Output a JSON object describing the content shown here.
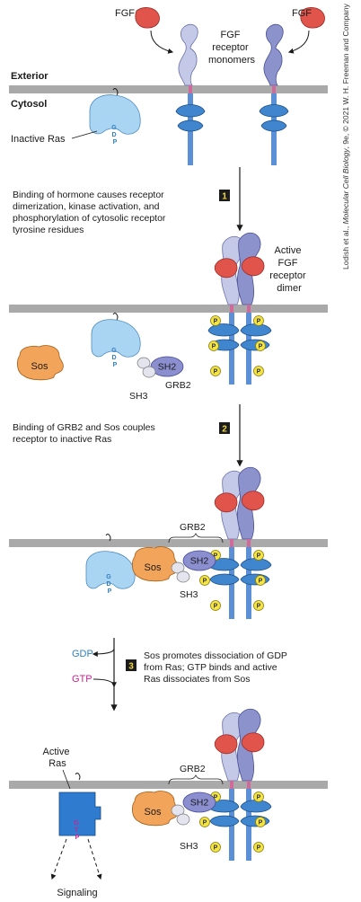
{
  "credit": {
    "prefix": "Lodish et al., ",
    "book": "Molecular Cell Biology",
    "suffix": ", 9e, © 2021 W. H. Freeman and Company"
  },
  "panel1": {
    "fgf_left": "FGF",
    "fgf_right": "FGF",
    "receptor_label": [
      "FGF",
      "receptor",
      "monomers"
    ],
    "exterior": "Exterior",
    "cytosol": "Cytosol",
    "inactive_ras": "Inactive Ras",
    "gdp": [
      "G",
      "D",
      "P"
    ]
  },
  "step1": {
    "number": "1",
    "text": [
      "Binding of hormone causes receptor",
      "dimerization, kinase activation, and",
      "phosphorylation of cytosolic receptor",
      "tyrosine residues"
    ]
  },
  "panel2": {
    "dimer_label": [
      "Active",
      "FGF",
      "receptor",
      "dimer"
    ],
    "sos": "Sos",
    "sh2": "SH2",
    "sh3": "SH3",
    "grb2": "GRB2",
    "p": "P",
    "gdp": [
      "G",
      "D",
      "P"
    ]
  },
  "step2": {
    "number": "2",
    "text": [
      "Binding of GRB2 and Sos couples",
      "receptor to inactive Ras"
    ]
  },
  "panel3": {
    "grb2": "GRB2",
    "sos": "Sos",
    "sh2": "SH2",
    "sh3": "SH3",
    "p": "P",
    "gdp": [
      "G",
      "D",
      "P"
    ]
  },
  "step3": {
    "number": "3",
    "gdp_out": "GDP",
    "gtp_in": "GTP",
    "text": [
      "Sos promotes dissociation of GDP",
      "from Ras; GTP binds and active",
      "Ras dissociates from Sos"
    ]
  },
  "panel4": {
    "active_ras": [
      "Active",
      "Ras"
    ],
    "grb2": "GRB2",
    "sos": "Sos",
    "sh2": "SH2",
    "sh3": "SH3",
    "p": "P",
    "gtp": [
      "G",
      "T",
      "P"
    ],
    "signaling": "Signaling"
  },
  "colors": {
    "membrane": "#a9a9a9",
    "fgf": "#e0544c",
    "receptor_light": "#c3c9e6",
    "receptor_dark": "#8c93cc",
    "kinase": "#3f86cf",
    "ras": "#a9d4f2",
    "ras_active": "#2e7bd0",
    "sos": "#f2a55a",
    "grb2": "#8b8fd0",
    "phosphate": "#f5e542",
    "gdp_text": "#2f7fc4",
    "gtp_text": "#d0208f",
    "step_box": "#1c1c1c"
  },
  "icons": [
    "fgf-ligand-icon",
    "receptor-monomer-icon",
    "kinase-domain-icon",
    "ras-icon",
    "sos-icon",
    "grb2-icon",
    "phosphate-icon",
    "arrow-icon"
  ]
}
